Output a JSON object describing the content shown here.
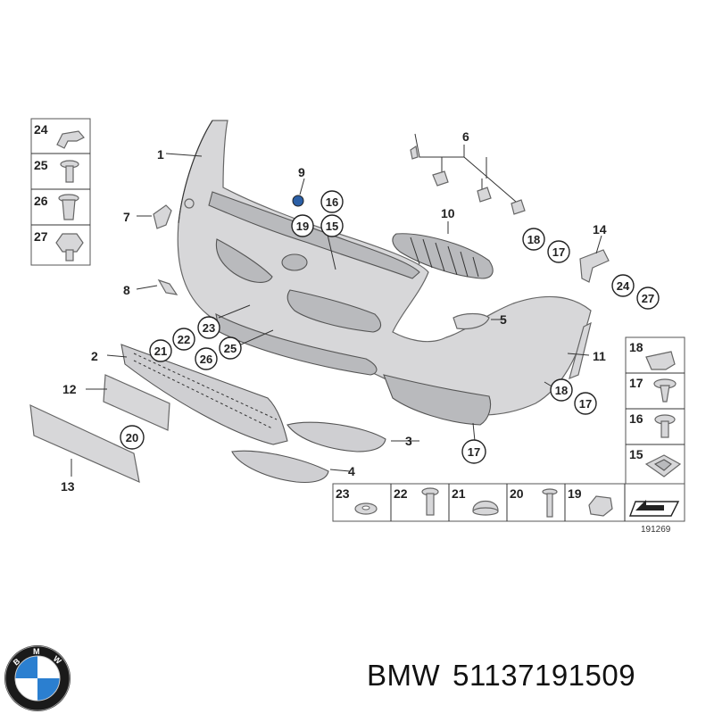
{
  "diagram": {
    "image_number": "191269",
    "callouts": [
      {
        "label": "1"
      },
      {
        "label": "2"
      },
      {
        "label": "3"
      },
      {
        "label": "4"
      },
      {
        "label": "5"
      },
      {
        "label": "6"
      },
      {
        "label": "7"
      },
      {
        "label": "8"
      },
      {
        "label": "9"
      },
      {
        "label": "10"
      },
      {
        "label": "11"
      },
      {
        "label": "12"
      },
      {
        "label": "13"
      },
      {
        "label": "14"
      }
    ],
    "circled": [
      {
        "label": "16"
      },
      {
        "label": "19"
      },
      {
        "label": "15"
      },
      {
        "label": "18"
      },
      {
        "label": "17"
      },
      {
        "label": "24"
      },
      {
        "label": "27"
      },
      {
        "label": "23"
      },
      {
        "label": "21"
      },
      {
        "label": "22"
      },
      {
        "label": "26"
      },
      {
        "label": "25"
      },
      {
        "label": "20"
      },
      {
        "label": "18"
      },
      {
        "label": "17"
      },
      {
        "label": "17"
      }
    ],
    "left_table": [
      {
        "label": "24"
      },
      {
        "label": "25"
      },
      {
        "label": "26"
      },
      {
        "label": "27"
      }
    ],
    "right_table": [
      {
        "label": "18"
      },
      {
        "label": "17"
      },
      {
        "label": "16"
      },
      {
        "label": "15"
      }
    ],
    "bottom_table": [
      {
        "label": "23"
      },
      {
        "label": "22"
      },
      {
        "label": "21"
      },
      {
        "label": "20"
      },
      {
        "label": "19"
      }
    ]
  },
  "footer": {
    "brand": "BMW",
    "part_number": "51137191509",
    "logo_letters": "BMW",
    "logo_colors": {
      "blue": "#2b7fd0",
      "white": "#ffffff",
      "ring": "#1a1a1a"
    }
  }
}
